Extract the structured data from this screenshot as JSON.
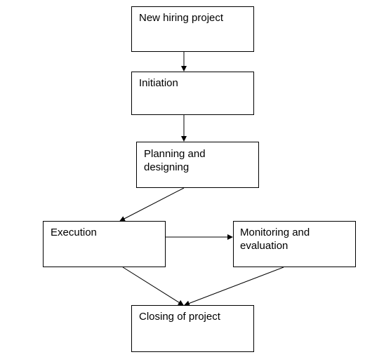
{
  "nodes": {
    "new_hiring_project": "New hiring project",
    "initiation": "Initiation",
    "planning_line1": "Planning and",
    "planning_line2": "designing",
    "execution": "Execution",
    "monitoring_line1": "Monitoring and",
    "monitoring_line2": "evaluation",
    "closing": "Closing of project"
  },
  "colors": {
    "line": "#000000",
    "box_fill": "#ffffff",
    "text": "#000000"
  }
}
